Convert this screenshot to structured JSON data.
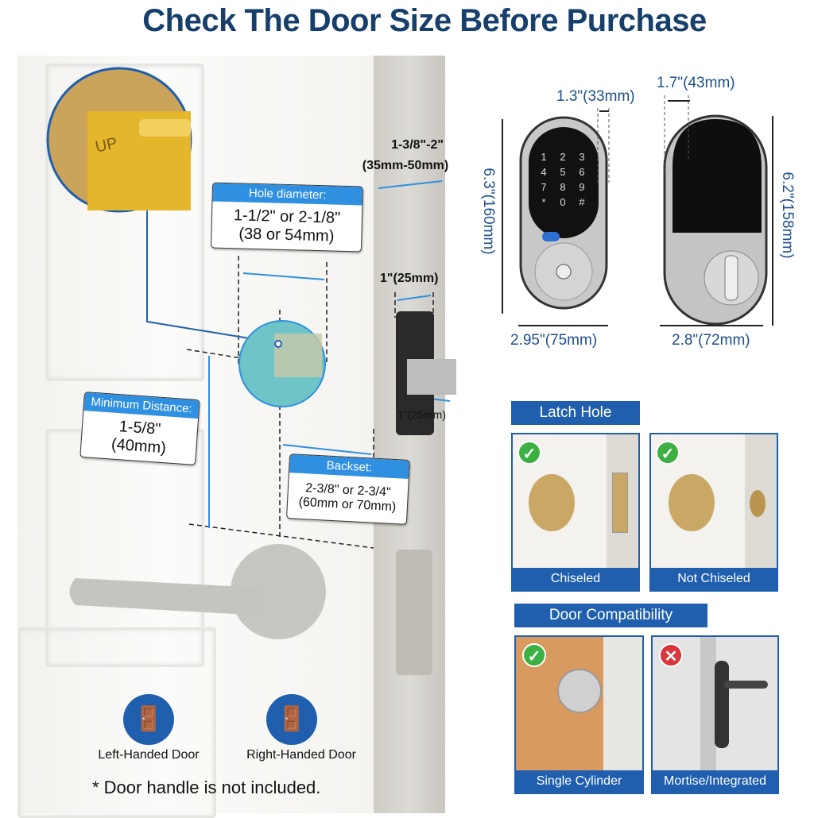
{
  "title": "Check The Door Size Before Purchase",
  "door_thickness": {
    "line1": "1-3/8\"-2\"",
    "line2": "(35mm-50mm)"
  },
  "hole_diameter": {
    "header": "Hole diameter:",
    "line1": "1-1/2\" or 2-1/8\"",
    "line2": "(38 or 54mm)"
  },
  "minimum_distance": {
    "header": "Minimum Distance:",
    "line1": "1-5/8\"",
    "line2": "(40mm)"
  },
  "backset": {
    "header": "Backset:",
    "line1": "2-3/8\" or 2-3/4\"",
    "line2": "(60mm or 70mm)"
  },
  "latch_width": "1\"(25mm)",
  "latch_depth": "1\"(25mm)",
  "magnifier_text": "UP",
  "front_lock": {
    "depth": "1.3\"(33mm)",
    "height": "6.3\"(160mm)",
    "width": "2.95\"(75mm)",
    "keys": [
      "1",
      "2",
      "3",
      "4",
      "5",
      "6",
      "7",
      "8",
      "9",
      "*",
      "0",
      "#"
    ]
  },
  "back_lock": {
    "depth": "1.7\"(43mm)",
    "height": "6.2\"(158mm)",
    "width": "2.8\"(72mm)"
  },
  "latch_hole": {
    "title": "Latch Hole",
    "options": [
      {
        "label": "Chiseled",
        "ok": true
      },
      {
        "label": "Not Chiseled",
        "ok": true
      }
    ]
  },
  "door_compat": {
    "title": "Door Compatibility",
    "options": [
      {
        "label": "Single Cylinder",
        "ok": true
      },
      {
        "label": "Mortise/Integrated",
        "ok": false
      }
    ]
  },
  "handedness": [
    {
      "label": "Left-Handed Door",
      "icon": "left-door-icon"
    },
    {
      "label": "Right-Handed Door",
      "icon": "right-door-icon"
    }
  ],
  "note": "* Door handle is not included.",
  "colors": {
    "title": "#163f6b",
    "accent": "#1f5fae",
    "label_header": "#2f8fe0",
    "check": "#3cb043",
    "cross": "#d9363e"
  }
}
